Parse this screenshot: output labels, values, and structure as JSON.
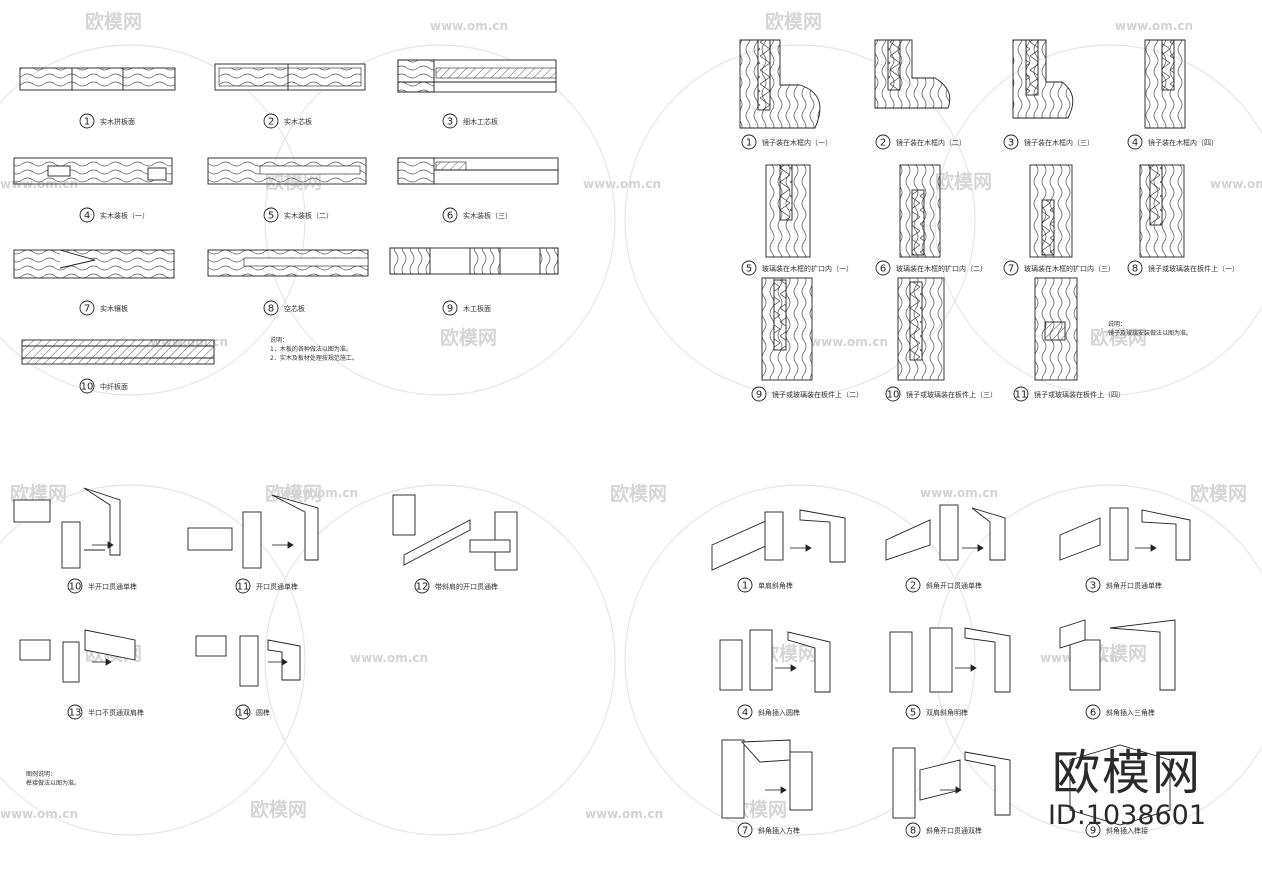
{
  "sheets": [
    {
      "items": [
        {
          "num": "1",
          "label": "实木拼板面"
        },
        {
          "num": "2",
          "label": "实木芯板"
        },
        {
          "num": "3",
          "label": "细木工芯板"
        },
        {
          "num": "4",
          "label": "实木装板（一）"
        },
        {
          "num": "5",
          "label": "实木装板（二）"
        },
        {
          "num": "6",
          "label": "实木装板（三）"
        },
        {
          "num": "7",
          "label": "实木镶板"
        },
        {
          "num": "8",
          "label": "空芯板"
        },
        {
          "num": "9",
          "label": "木工板面"
        },
        {
          "num": "10",
          "label": "中纤板面"
        }
      ],
      "notes": [
        "说明：",
        "1．木板的各种做法以图为准。",
        "2．实木及板材处理按规范施工。"
      ]
    },
    {
      "items": [
        {
          "num": "1",
          "label": "镜子装在木框内（一）"
        },
        {
          "num": "2",
          "label": "镜子装在木框内（二）"
        },
        {
          "num": "3",
          "label": "镜子装在木框内（三）"
        },
        {
          "num": "4",
          "label": "镜子装在木框内（四）"
        },
        {
          "num": "5",
          "label": "玻璃装在木框的扩口内（一）"
        },
        {
          "num": "6",
          "label": "玻璃装在木框的扩口内（二）"
        },
        {
          "num": "7",
          "label": "玻璃装在木框的扩口内（三）"
        },
        {
          "num": "8",
          "label": "镜子或玻璃装在板件上（一）"
        },
        {
          "num": "9",
          "label": "镜子或玻璃装在板件上（二）"
        },
        {
          "num": "10",
          "label": "镜子或玻璃装在板件上（三）"
        },
        {
          "num": "11",
          "label": "镜子或玻璃装在板件上（四）"
        }
      ],
      "notes": [
        "说明：",
        "镜子及玻璃安装做法以图为准。"
      ]
    },
    {
      "items": [
        {
          "num": "10",
          "label": "半开口贯通单榫"
        },
        {
          "num": "11",
          "label": "开口贯通单榫"
        },
        {
          "num": "12",
          "label": "带斜肩的开口贯通榫"
        },
        {
          "num": "13",
          "label": "半口不贯通双肩榫"
        },
        {
          "num": "14",
          "label": "圆榫"
        }
      ],
      "notes": [
        "图例说明：",
        "榫接做法以图为准。"
      ]
    },
    {
      "items": [
        {
          "num": "1",
          "label": "单肩斜角榫"
        },
        {
          "num": "2",
          "label": "斜角开口贯通单榫"
        },
        {
          "num": "3",
          "label": "斜角开口贯通单榫"
        },
        {
          "num": "4",
          "label": "斜角插入圆榫"
        },
        {
          "num": "5",
          "label": "双肩斜角明榫"
        },
        {
          "num": "6",
          "label": "斜角插入三角榫"
        },
        {
          "num": "7",
          "label": "斜角插入方榫"
        },
        {
          "num": "8",
          "label": "斜角开口贯通双榫"
        },
        {
          "num": "9",
          "label": "斜角插入榫接"
        }
      ]
    }
  ],
  "watermark": {
    "text": "欧模网",
    "url": "www.om.cn"
  },
  "brand": {
    "logo": "欧模网",
    "id": "ID:1038601"
  },
  "colors": {
    "ink": "#222222",
    "wood": "#555555",
    "watermark": "#d8d8d8"
  }
}
